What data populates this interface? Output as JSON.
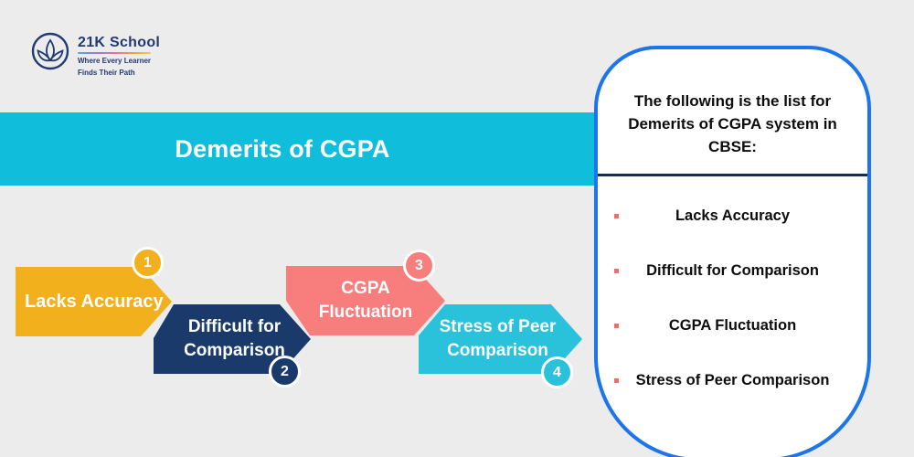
{
  "logo": {
    "brand": "21K School",
    "tagline_line1": "Where Every Learner",
    "tagline_line2": "Finds Their Path"
  },
  "banner": {
    "title": "Demerits of CGPA"
  },
  "flow_steps": [
    {
      "number": "1",
      "line1": "Lacks Accuracy",
      "line2": "",
      "color": "#F2B01D"
    },
    {
      "number": "2",
      "line1": "Difficult for",
      "line2": "Comparison",
      "color": "#1A3A6B"
    },
    {
      "number": "3",
      "line1": "CGPA",
      "line2": "Fluctuation",
      "color": "#F87E7E"
    },
    {
      "number": "4",
      "line1": "Stress of Peer",
      "line2": "Comparison",
      "color": "#2AC2DB"
    }
  ],
  "panel": {
    "heading": "The following is the list for Demerits of CGPA system in CBSE:",
    "items": [
      {
        "label": "Lacks Accuracy"
      },
      {
        "label": "Difficult for Comparison"
      },
      {
        "label": "CGPA Fluctuation"
      },
      {
        "label": "Stress of Peer Comparison"
      }
    ]
  },
  "colors": {
    "page_background": "#ECECEC",
    "banner": "#10BDDA",
    "step1_yellow": "#F2B01D",
    "step2_navy": "#1A3A6B",
    "step3_coral": "#F87E7E",
    "step4_cyan": "#2AC2DB",
    "panel_border_blue": "#1C75EC",
    "divider_navy": "#122E54",
    "bullet_coral": "#EF6F68",
    "logo_navy": "#223A70",
    "title_text": "#FFFFFF",
    "body_text": "#0D0D0D"
  }
}
